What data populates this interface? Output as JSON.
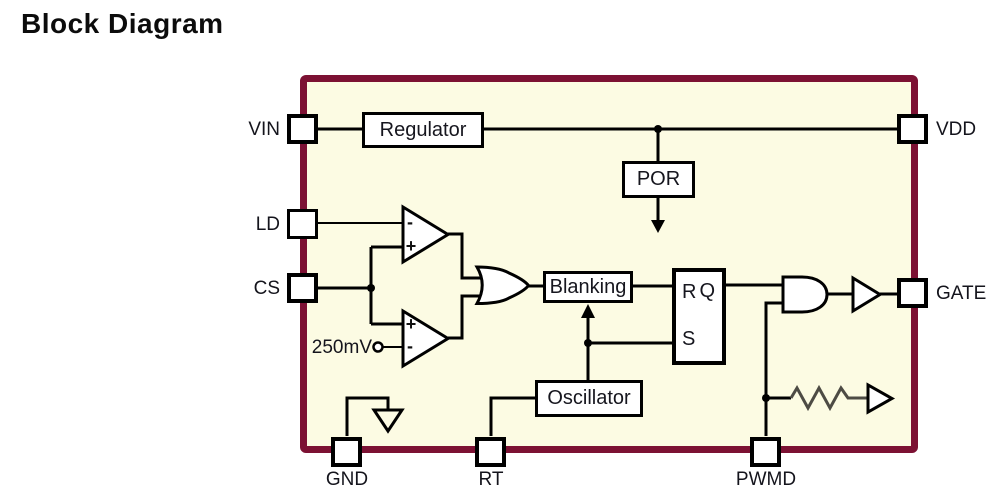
{
  "title": "Block Diagram",
  "colors": {
    "border": "#7c1133",
    "fill": "#fcfbe3",
    "line": "#000000",
    "resistor": "#4d4b44",
    "text": "#111111"
  },
  "pins": {
    "vin": "VIN",
    "ld": "LD",
    "cs": "CS",
    "gnd": "GND",
    "rt": "RT",
    "pwmd": "PWMD",
    "vdd": "VDD",
    "gate": "GATE"
  },
  "blocks": {
    "regulator": "Regulator",
    "por": "POR",
    "blanking": "Blanking",
    "oscillator": "Oscillator"
  },
  "flip_flop": {
    "r": "R",
    "q": "Q",
    "s": "S"
  },
  "comparators": {
    "top_minus": "-",
    "top_plus": "+",
    "bottom_plus": "+",
    "bottom_minus": "-"
  },
  "reference": {
    "voltage": "250mV"
  }
}
